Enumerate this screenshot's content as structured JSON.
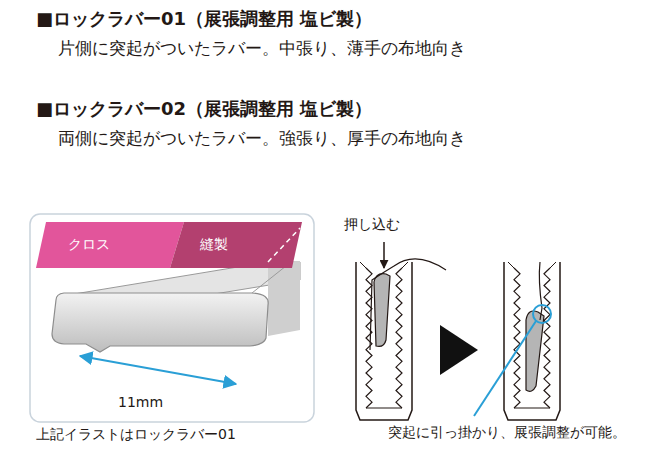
{
  "diagram": {
    "nodes": [
      {
        "text": [
          "クロス"
        ]
      },
      {
        "text": [
          "縫製"
        ]
      }
    ],
    "labels": [
      "■ロックラバー01（展張調整用 塩ビ製）",
      "片側に突起がついたラバー。中張り、薄手の布地向き",
      "■ロックラバー02（展張調整用 塩ビ製）",
      "両側に突起がついたラバー。強張り、厚手の布地向き",
      "11mm",
      "上記イラストはロックラバー01",
      "押し込む",
      "突起に引っ掛かり、展張調整が可能。"
    ]
  }
}
